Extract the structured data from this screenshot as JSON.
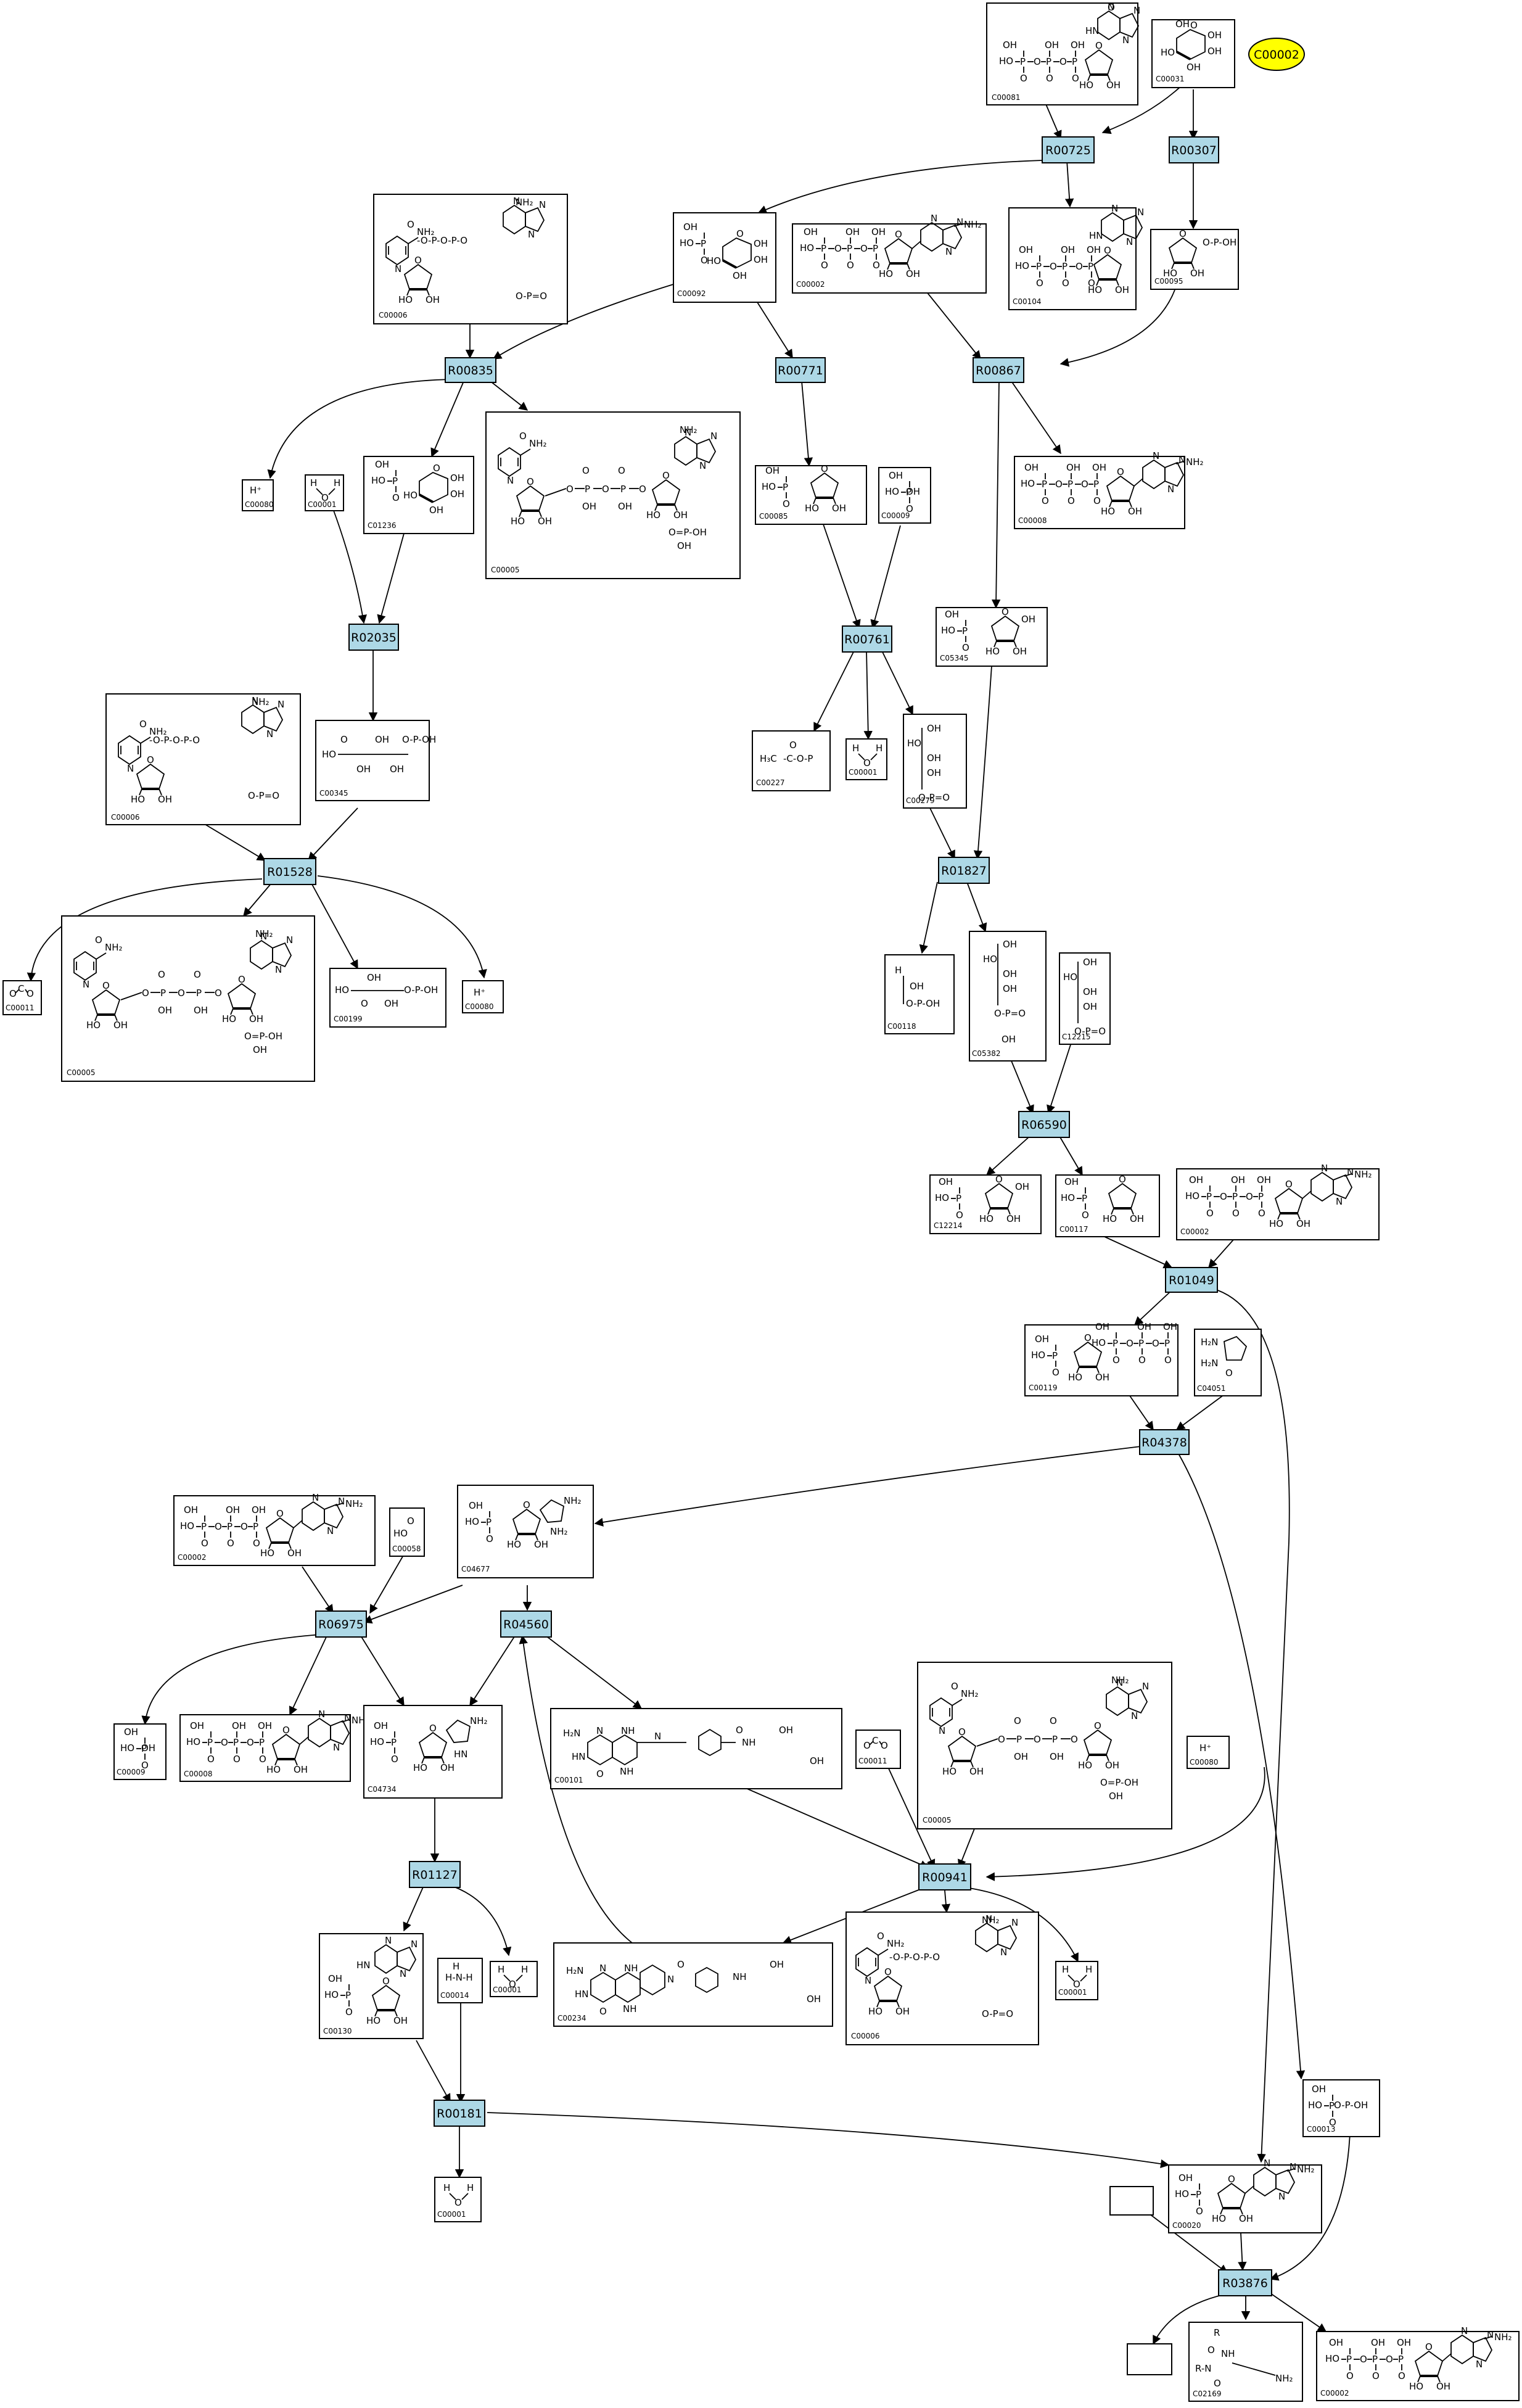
{
  "highlight": {
    "id": "C00002",
    "fill": "#ffff00"
  },
  "colors": {
    "reaction_fill": "#add8e6",
    "compound_fill": "#ffffff",
    "line": "#000000"
  },
  "reactions": [
    {
      "id": "R00725"
    },
    {
      "id": "R00307"
    },
    {
      "id": "R00835"
    },
    {
      "id": "R00771"
    },
    {
      "id": "R00867"
    },
    {
      "id": "R02035"
    },
    {
      "id": "R00761"
    },
    {
      "id": "R01528"
    },
    {
      "id": "R01827"
    },
    {
      "id": "R06590"
    },
    {
      "id": "R01049"
    },
    {
      "id": "R04378"
    },
    {
      "id": "R06975"
    },
    {
      "id": "R04560"
    },
    {
      "id": "R01127"
    },
    {
      "id": "R00941"
    },
    {
      "id": "R00181"
    },
    {
      "id": "R03876"
    }
  ],
  "compounds": [
    {
      "key": "c1",
      "id": "C00081"
    },
    {
      "key": "c2",
      "id": "C00031"
    },
    {
      "key": "c3",
      "id": "C00006"
    },
    {
      "key": "c4",
      "id": "C00092"
    },
    {
      "key": "c5",
      "id": "C00002"
    },
    {
      "key": "c6",
      "id": "C00104"
    },
    {
      "key": "c7",
      "id": "C00095"
    },
    {
      "key": "c8",
      "id": "C00080"
    },
    {
      "key": "c9",
      "id": "C00001"
    },
    {
      "key": "c10",
      "id": "C01236"
    },
    {
      "key": "c11",
      "id": "C00005"
    },
    {
      "key": "c12",
      "id": "C00085"
    },
    {
      "key": "c13",
      "id": "C00009"
    },
    {
      "key": "c14",
      "id": "C00008"
    },
    {
      "key": "c15",
      "id": "C05345"
    },
    {
      "key": "c16",
      "id": "C00006"
    },
    {
      "key": "c17",
      "id": "C00345"
    },
    {
      "key": "c18",
      "id": "C00227"
    },
    {
      "key": "c19",
      "id": "C00001"
    },
    {
      "key": "c20",
      "id": "C00279"
    },
    {
      "key": "c21",
      "id": "C00011"
    },
    {
      "key": "c22",
      "id": "C00005"
    },
    {
      "key": "c23",
      "id": "C00199"
    },
    {
      "key": "c24",
      "id": "C00080"
    },
    {
      "key": "c25",
      "id": "C00118"
    },
    {
      "key": "c26",
      "id": "C05382"
    },
    {
      "key": "c27",
      "id": "C12215"
    },
    {
      "key": "c28",
      "id": "C12214"
    },
    {
      "key": "c29",
      "id": "C00117"
    },
    {
      "key": "c30",
      "id": "C00002"
    },
    {
      "key": "c31",
      "id": "C00119"
    },
    {
      "key": "c32",
      "id": "C04051"
    },
    {
      "key": "c33",
      "id": "C00002"
    },
    {
      "key": "c34",
      "id": "C00058"
    },
    {
      "key": "c35",
      "id": "C04677"
    },
    {
      "key": "c36",
      "id": "C00009"
    },
    {
      "key": "c37",
      "id": "C00008"
    },
    {
      "key": "c38",
      "id": "C04734"
    },
    {
      "key": "c39",
      "id": "C00101"
    },
    {
      "key": "c40",
      "id": "C00011"
    },
    {
      "key": "c41",
      "id": "C00005"
    },
    {
      "key": "c42",
      "id": "C00080"
    },
    {
      "key": "c43",
      "id": "C00130"
    },
    {
      "key": "c44",
      "id": "C00014"
    },
    {
      "key": "c45",
      "id": "C00001"
    },
    {
      "key": "c46",
      "id": "C00234"
    },
    {
      "key": "c47",
      "id": "C00006"
    },
    {
      "key": "c48",
      "id": "C00001"
    },
    {
      "key": "c49",
      "id": "C00013"
    },
    {
      "key": "c50",
      "id": "C00001"
    },
    {
      "key": "c51",
      "id": "C00020"
    },
    {
      "key": "c52",
      "id": ""
    },
    {
      "key": "c53",
      "id": ""
    },
    {
      "key": "c54",
      "id": "C02169"
    },
    {
      "key": "c55",
      "id": "C00002"
    }
  ],
  "edges": [
    [
      "c1",
      "R00725"
    ],
    [
      "R00725",
      "c4"
    ],
    [
      "R00725",
      "c6"
    ],
    [
      "c2",
      "R00725"
    ],
    [
      "c2",
      "R00307"
    ],
    [
      "R00307",
      "c7"
    ],
    [
      "c3",
      "R00835"
    ],
    [
      "c4",
      "R00835"
    ],
    [
      "c4",
      "R00771"
    ],
    [
      "c5",
      "R00867"
    ],
    [
      "c7",
      "R00867"
    ],
    [
      "R00835",
      "c8"
    ],
    [
      "R00835",
      "c10"
    ],
    [
      "R00835",
      "c11"
    ],
    [
      "R00771",
      "c12"
    ],
    [
      "R00867",
      "c14"
    ],
    [
      "R00867",
      "c15"
    ],
    [
      "c9",
      "R02035"
    ],
    [
      "c10",
      "R02035"
    ],
    [
      "R02035",
      "c17"
    ],
    [
      "c12",
      "R00761"
    ],
    [
      "c13",
      "R00761"
    ],
    [
      "R00761",
      "c18"
    ],
    [
      "R00761",
      "c19"
    ],
    [
      "R00761",
      "c20"
    ],
    [
      "c16",
      "R01528"
    ],
    [
      "c17",
      "R01528"
    ],
    [
      "R01528",
      "c21"
    ],
    [
      "R01528",
      "c22"
    ],
    [
      "R01528",
      "c23"
    ],
    [
      "R01528",
      "c24"
    ],
    [
      "c15",
      "R01827"
    ],
    [
      "c20",
      "R01827"
    ],
    [
      "R01827",
      "c25"
    ],
    [
      "R01827",
      "c26"
    ],
    [
      "c26",
      "R06590"
    ],
    [
      "c27",
      "R06590"
    ],
    [
      "R06590",
      "c28"
    ],
    [
      "R06590",
      "c29"
    ],
    [
      "c29",
      "R01049"
    ],
    [
      "c30",
      "R01049"
    ],
    [
      "R01049",
      "c31"
    ],
    [
      "R01049",
      "c51"
    ],
    [
      "c31",
      "R04378"
    ],
    [
      "c32",
      "R04378"
    ],
    [
      "R04378",
      "c35"
    ],
    [
      "R04378",
      "c49"
    ],
    [
      "c33",
      "R06975"
    ],
    [
      "c34",
      "R06975"
    ],
    [
      "c35",
      "R06975"
    ],
    [
      "c35",
      "R04560"
    ],
    [
      "R06975",
      "c36"
    ],
    [
      "R06975",
      "c37"
    ],
    [
      "R06975",
      "c38"
    ],
    [
      "R04560",
      "c38"
    ],
    [
      "R04560",
      "c39"
    ],
    [
      "c46",
      "R04560"
    ],
    [
      "c38",
      "R01127"
    ],
    [
      "R01127",
      "c43"
    ],
    [
      "R01127",
      "c45"
    ],
    [
      "c39",
      "R00941"
    ],
    [
      "c40",
      "R00941"
    ],
    [
      "c41",
      "R00941"
    ],
    [
      "c42",
      "R00941"
    ],
    [
      "R00941",
      "c46"
    ],
    [
      "R00941",
      "c47"
    ],
    [
      "R00941",
      "c48"
    ],
    [
      "c43",
      "R00181"
    ],
    [
      "c44",
      "R00181"
    ],
    [
      "R00181",
      "c50"
    ],
    [
      "R00181",
      "c51"
    ],
    [
      "c49",
      "R03876"
    ],
    [
      "c51",
      "R03876"
    ],
    [
      "c52",
      "R03876"
    ],
    [
      "R03876",
      "c53"
    ],
    [
      "R03876",
      "c54"
    ],
    [
      "R03876",
      "c55"
    ]
  ]
}
